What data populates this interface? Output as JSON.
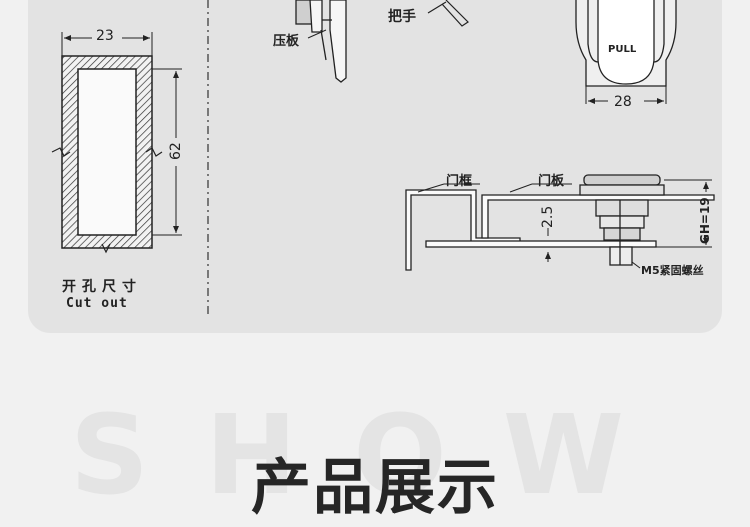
{
  "cutout": {
    "width_label": "23",
    "height_label": "62",
    "title_cn": "开孔尺寸",
    "title_en": "Cut out"
  },
  "labels": {
    "press_plate": "压板",
    "handle": "把手",
    "pull": "PULL",
    "width_28": "28",
    "door_frame": "门框",
    "door_panel": "门板",
    "gap": "2.5",
    "gh": "GH=19",
    "screw": "M5紧固螺丝"
  },
  "section": {
    "bg_word": "SHOW",
    "title": "产品展示"
  }
}
